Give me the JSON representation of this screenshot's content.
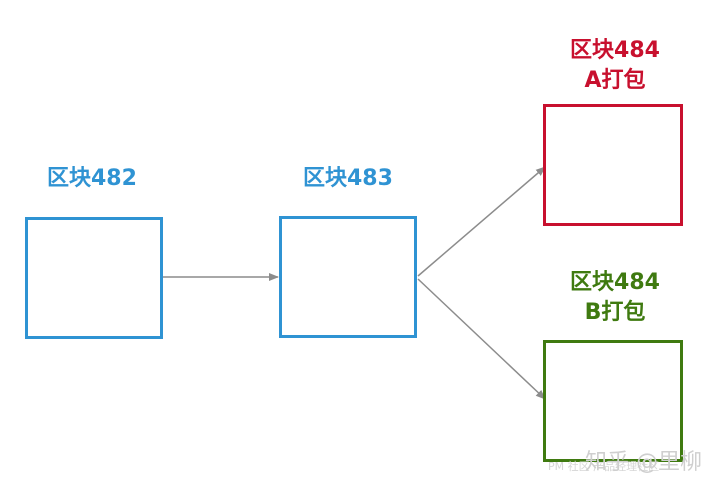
{
  "colors": {
    "blue": "#2f93d3",
    "red": "#c8102e",
    "green": "#3f7a10",
    "arrow": "#8c8c8c"
  },
  "blocks": {
    "block482": {
      "label": "区块482"
    },
    "block483": {
      "label": "区块483"
    },
    "block484a": {
      "label_line1": "区块484",
      "label_line2": "A打包"
    },
    "block484b": {
      "label_line1": "区块484",
      "label_line2": "B打包"
    }
  },
  "watermark": {
    "text": "知乎 @里柳",
    "sub": "PM 社区 产品经理社区"
  }
}
